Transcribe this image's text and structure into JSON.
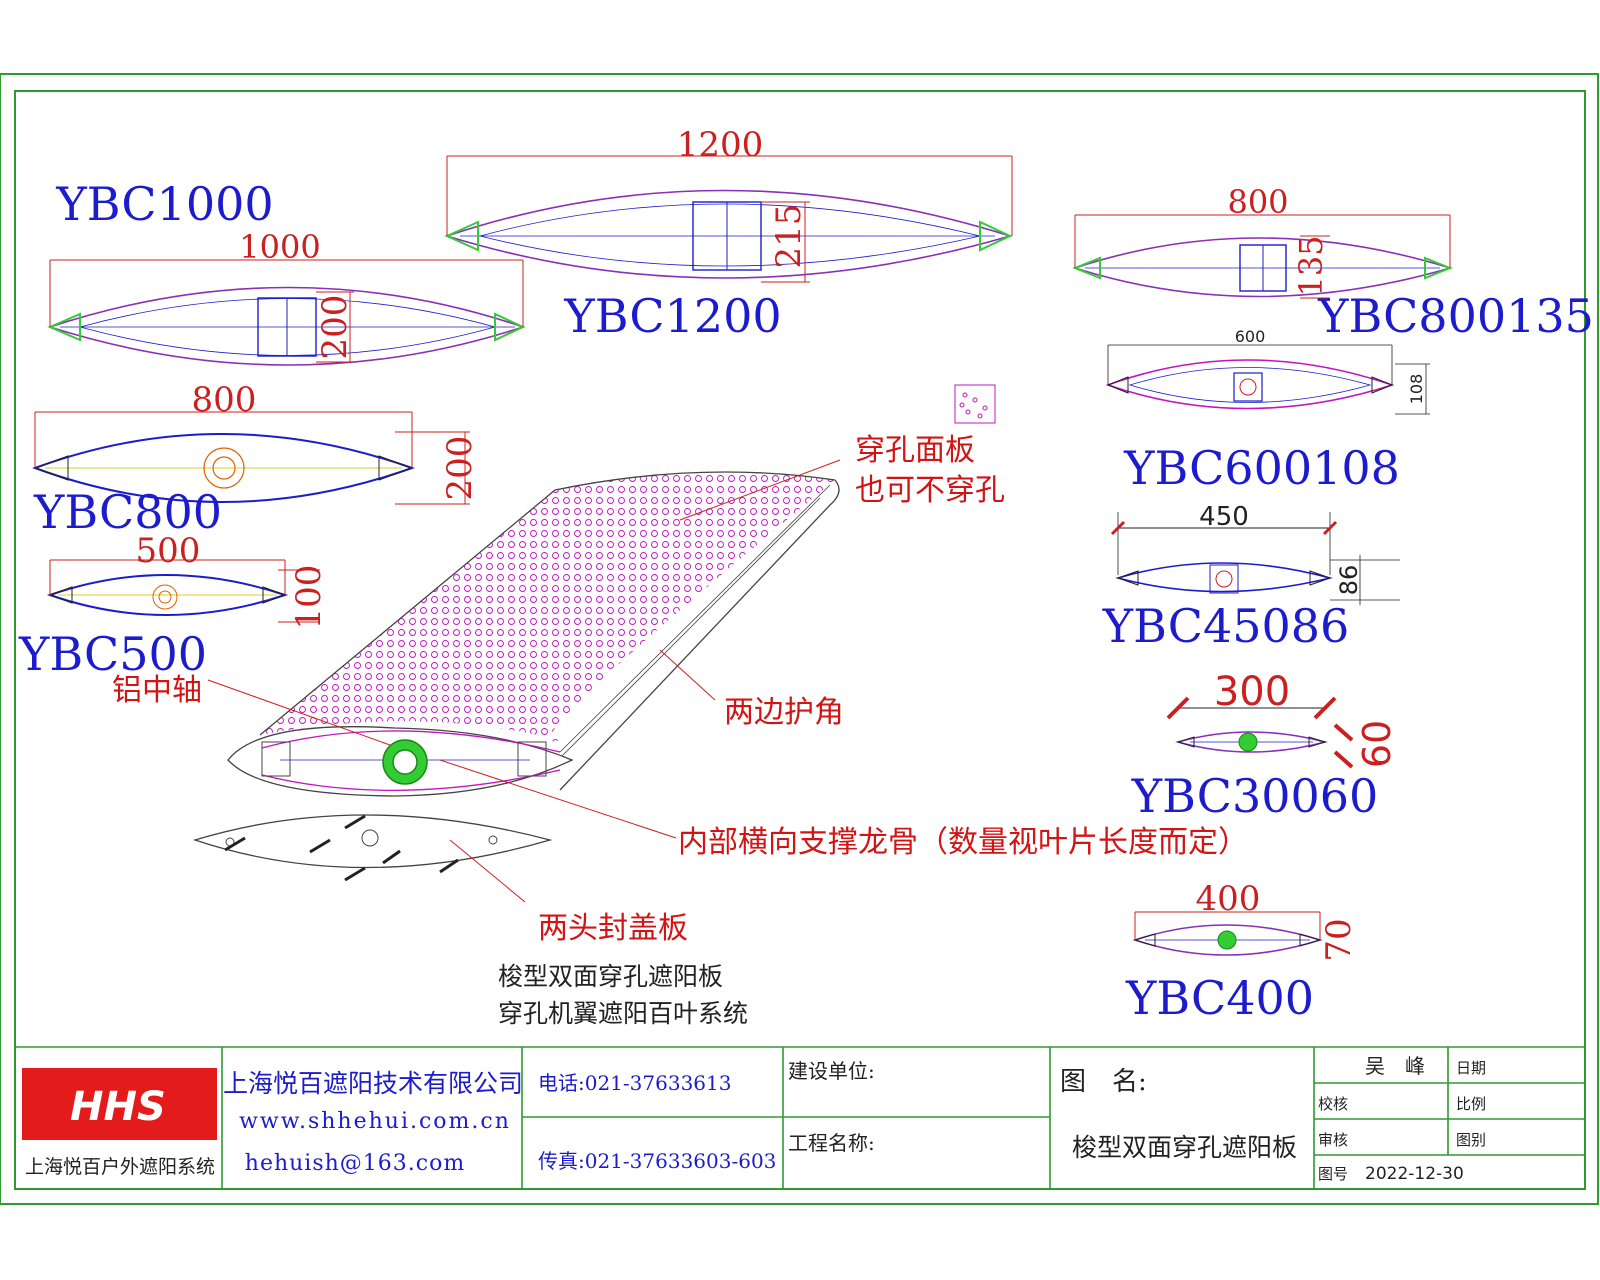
{
  "colors": {
    "border": "#2f9a2f",
    "model_blue": "#1c1ccc",
    "dim_red": "#cc1f1f",
    "label_red": "#d21414",
    "profile_purple": "#8a2fb8",
    "profile_magenta": "#c214c2",
    "corner_green": "#33cc33",
    "dark": "#222222",
    "logo_red": "#e31b1b"
  },
  "profiles": {
    "ybc1200": {
      "model": "YBC1200",
      "width_dim": "1200",
      "height_dim": "215"
    },
    "ybc1000": {
      "model": "YBC1000",
      "width_dim": "1000",
      "height_dim": "200"
    },
    "ybc800135": {
      "model": "YBC800135",
      "width_dim": "800",
      "height_dim": "135"
    },
    "ybc600108": {
      "model": "YBC600108",
      "width_dim": "600",
      "height_dim": "108"
    },
    "ybc800": {
      "model": "YBC800",
      "width_dim": "800",
      "height_dim": "200"
    },
    "ybc500": {
      "model": "YBC500",
      "width_dim": "500",
      "height_dim": "100"
    },
    "ybc45086": {
      "model": "YBC45086",
      "width_dim": "450",
      "height_dim": "86"
    },
    "ybc30060": {
      "model": "YBC30060",
      "width_dim": "300",
      "height_dim": "60"
    },
    "ybc400": {
      "model": "YBC400",
      "width_dim": "400",
      "height_dim": "70"
    }
  },
  "annotations": {
    "perforated_panel": "穿孔面板",
    "optional_no_perforation": "也可不穿孔",
    "corner_guard": "两边护角",
    "aluminum_axis": "铝中轴",
    "internal_keel": "内部横向支撑龙骨（数量视叶片长度而定）",
    "end_cap": "两头封盖板"
  },
  "caption": {
    "line1": "梭型双面穿孔遮阳板",
    "line2": "穿孔机翼遮阳百叶系统"
  },
  "title_block": {
    "logo_text": "HHS",
    "logo_subtitle": "上海悦百户外遮阳系统",
    "company_name": "上海悦百遮阳技术有限公司",
    "website": "www.shhehui.com.cn",
    "email": "hehuish@163.com",
    "phone": "电话:021-37633613",
    "fax": "传真:021-37633603-603",
    "client_label": "建设单位:",
    "project_label": "工程名称:",
    "drawing_name_label": "图　名:",
    "drawing_name": "梭型双面穿孔遮阳板",
    "designer": "吴　峰",
    "date_label": "日期",
    "check_label": "校核",
    "scale_label": "比例",
    "review_label": "审核",
    "category_label": "图别",
    "drawing_no_label": "图号",
    "date_value": "2022-12-30"
  }
}
